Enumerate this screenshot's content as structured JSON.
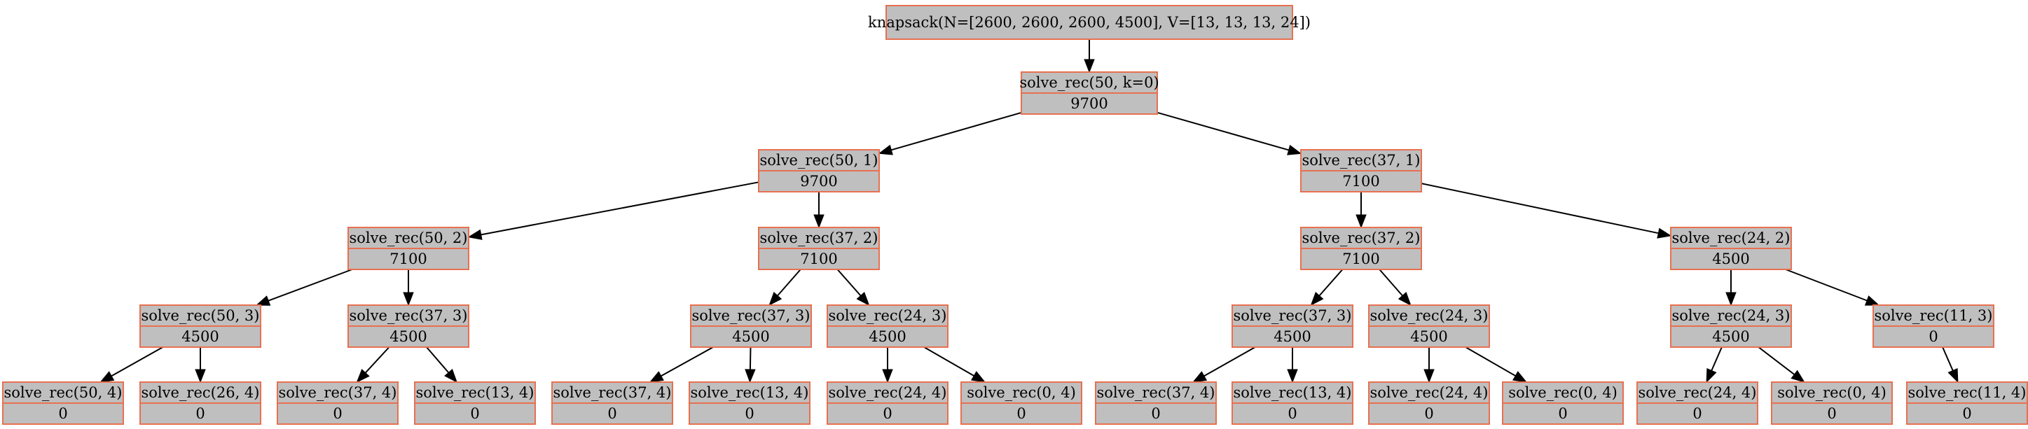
{
  "tree": {
    "nodes": [
      {
        "id": "root",
        "lines": [
          "knapsack(N=[2600, 2600, 2600, 4500], V=[13, 13, 13, 24])"
        ]
      },
      {
        "id": "n1",
        "lines": [
          "solve_rec(50, k=0)",
          "9700"
        ]
      },
      {
        "id": "n2",
        "lines": [
          "solve_rec(50, 1)",
          "9700"
        ]
      },
      {
        "id": "n3",
        "lines": [
          "solve_rec(37, 1)",
          "7100"
        ]
      },
      {
        "id": "n4",
        "lines": [
          "solve_rec(50, 2)",
          "7100"
        ]
      },
      {
        "id": "n5",
        "lines": [
          "solve_rec(37, 2)",
          "7100"
        ]
      },
      {
        "id": "n6",
        "lines": [
          "solve_rec(37, 2)",
          "7100"
        ]
      },
      {
        "id": "n7",
        "lines": [
          "solve_rec(24, 2)",
          "4500"
        ]
      },
      {
        "id": "n8",
        "lines": [
          "solve_rec(50, 3)",
          "4500"
        ]
      },
      {
        "id": "n9",
        "lines": [
          "solve_rec(37, 3)",
          "4500"
        ]
      },
      {
        "id": "n10",
        "lines": [
          "solve_rec(37, 3)",
          "4500"
        ]
      },
      {
        "id": "n11",
        "lines": [
          "solve_rec(24, 3)",
          "4500"
        ]
      },
      {
        "id": "n12",
        "lines": [
          "solve_rec(37, 3)",
          "4500"
        ]
      },
      {
        "id": "n13",
        "lines": [
          "solve_rec(24, 3)",
          "4500"
        ]
      },
      {
        "id": "n14",
        "lines": [
          "solve_rec(24, 3)",
          "4500"
        ]
      },
      {
        "id": "n15",
        "lines": [
          "solve_rec(11, 3)",
          "0"
        ]
      },
      {
        "id": "n16",
        "lines": [
          "solve_rec(50, 4)",
          "0"
        ]
      },
      {
        "id": "n17",
        "lines": [
          "solve_rec(26, 4)",
          "0"
        ]
      },
      {
        "id": "n18",
        "lines": [
          "solve_rec(37, 4)",
          "0"
        ]
      },
      {
        "id": "n19",
        "lines": [
          "solve_rec(13, 4)",
          "0"
        ]
      },
      {
        "id": "n20",
        "lines": [
          "solve_rec(37, 4)",
          "0"
        ]
      },
      {
        "id": "n21",
        "lines": [
          "solve_rec(13, 4)",
          "0"
        ]
      },
      {
        "id": "n22",
        "lines": [
          "solve_rec(24, 4)",
          "0"
        ]
      },
      {
        "id": "n23",
        "lines": [
          "solve_rec(0, 4)",
          "0"
        ]
      },
      {
        "id": "n24",
        "lines": [
          "solve_rec(37, 4)",
          "0"
        ]
      },
      {
        "id": "n25",
        "lines": [
          "solve_rec(13, 4)",
          "0"
        ]
      },
      {
        "id": "n26",
        "lines": [
          "solve_rec(24, 4)",
          "0"
        ]
      },
      {
        "id": "n27",
        "lines": [
          "solve_rec(0, 4)",
          "0"
        ]
      },
      {
        "id": "n28",
        "lines": [
          "solve_rec(24, 4)",
          "0"
        ]
      },
      {
        "id": "n29",
        "lines": [
          "solve_rec(0, 4)",
          "0"
        ]
      },
      {
        "id": "n30",
        "lines": [
          "solve_rec(11, 4)",
          "0"
        ]
      }
    ],
    "edges": [
      [
        "root",
        "n1"
      ],
      [
        "n1",
        "n2"
      ],
      [
        "n1",
        "n3"
      ],
      [
        "n2",
        "n4"
      ],
      [
        "n2",
        "n5"
      ],
      [
        "n3",
        "n6"
      ],
      [
        "n3",
        "n7"
      ],
      [
        "n4",
        "n8"
      ],
      [
        "n4",
        "n9"
      ],
      [
        "n5",
        "n10"
      ],
      [
        "n5",
        "n11"
      ],
      [
        "n6",
        "n12"
      ],
      [
        "n6",
        "n13"
      ],
      [
        "n7",
        "n14"
      ],
      [
        "n7",
        "n15"
      ],
      [
        "n8",
        "n16"
      ],
      [
        "n8",
        "n17"
      ],
      [
        "n9",
        "n18"
      ],
      [
        "n9",
        "n19"
      ],
      [
        "n10",
        "n20"
      ],
      [
        "n10",
        "n21"
      ],
      [
        "n11",
        "n22"
      ],
      [
        "n11",
        "n23"
      ],
      [
        "n12",
        "n24"
      ],
      [
        "n12",
        "n25"
      ],
      [
        "n13",
        "n26"
      ],
      [
        "n13",
        "n27"
      ],
      [
        "n14",
        "n28"
      ],
      [
        "n14",
        "n29"
      ],
      [
        "n15",
        "n30"
      ]
    ]
  }
}
